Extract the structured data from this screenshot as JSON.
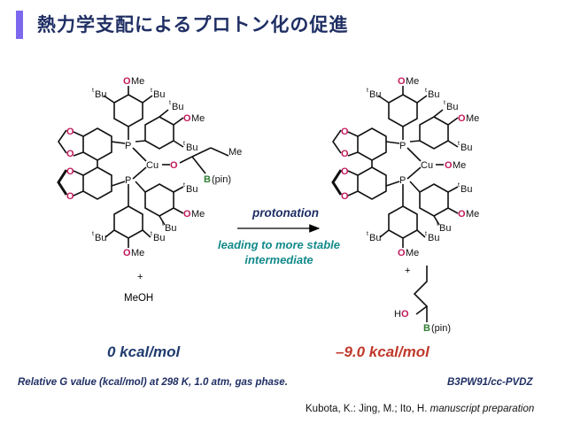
{
  "title": "熱力学支配によるプロトン化の促進",
  "left_molecule": {
    "substituent_tBu": "Bu",
    "tBu_prefix": "t",
    "O": "O",
    "OMe_O": "O",
    "OMe_Me": "Me",
    "P": "P",
    "Cu": "Cu",
    "Me": "Me",
    "B": "B",
    "pin": "(pin)"
  },
  "right_molecule": {
    "Cu_OMe": "Cu",
    "OMe": "OMe"
  },
  "plus_left": "+",
  "plus_right": "+",
  "meoh": "MeOH",
  "product": {
    "HO": "HO",
    "B": "B",
    "pin": "(pin)"
  },
  "arrow": {
    "above": "protonation",
    "below": "leading to more stable intermediate"
  },
  "energy_left": "0 kcal/mol",
  "energy_right": "–9.0 kcal/mol",
  "conditions_note": "Relative G value (kcal/mol) at 298 K, 1.0 atm, gas phase.",
  "method_note": "B3PW91/cc-PVDZ",
  "credit": {
    "authors": "Kubota, K.: Jing, M.; Ito, H.",
    "source": "manuscript preparation"
  },
  "colors": {
    "title_bar": "#7b68ee",
    "oxygen": "#c2185b",
    "boron": "#2e7d32",
    "energy_right": "#c0392b",
    "teal": "#138a8a"
  }
}
